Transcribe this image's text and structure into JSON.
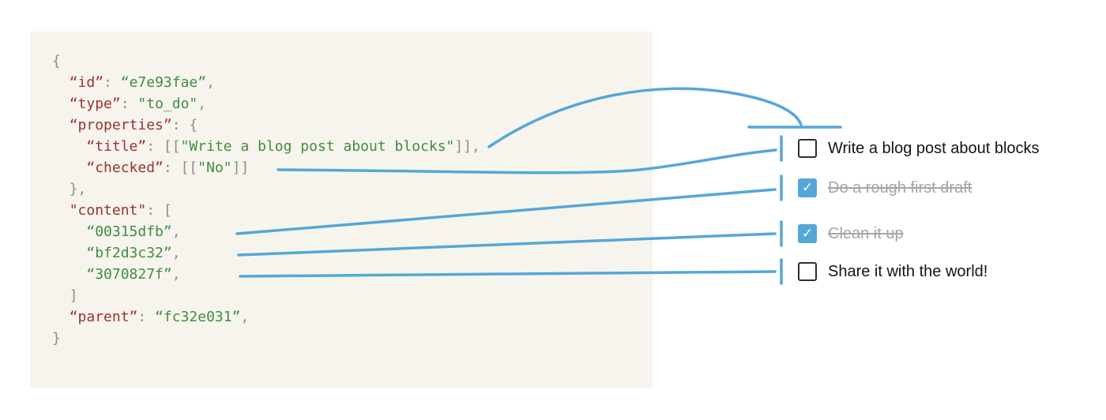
{
  "colors": {
    "panel_bg": "#f7f4ed",
    "punct": "#8d8d8d",
    "key": "#9a3232",
    "string": "#3e8e41",
    "connector": "#54a7d9",
    "checkbox_checked": "#54a7d9",
    "checkbox_border": "#2f2f2f",
    "todo_text": "#141414",
    "todo_done_text": "#a5a5a5"
  },
  "code": {
    "lines": [
      [
        {
          "t": "{",
          "c": "p"
        }
      ],
      [
        {
          "t": "  ",
          "c": "p"
        },
        {
          "t": "“id”",
          "c": "k"
        },
        {
          "t": ": ",
          "c": "p"
        },
        {
          "t": "“e7e93fae”",
          "c": "s"
        },
        {
          "t": ",",
          "c": "p"
        }
      ],
      [
        {
          "t": "  ",
          "c": "p"
        },
        {
          "t": "“type”",
          "c": "k"
        },
        {
          "t": ": ",
          "c": "p"
        },
        {
          "t": "\"to_do\"",
          "c": "s"
        },
        {
          "t": ",",
          "c": "p"
        }
      ],
      [
        {
          "t": "  ",
          "c": "p"
        },
        {
          "t": "“properties”",
          "c": "k"
        },
        {
          "t": ": ",
          "c": "p"
        },
        {
          "t": "{",
          "c": "p"
        }
      ],
      [
        {
          "t": "    ",
          "c": "p"
        },
        {
          "t": "“title”",
          "c": "k"
        },
        {
          "t": ": ",
          "c": "p"
        },
        {
          "t": "[[",
          "c": "p"
        },
        {
          "t": "\"Write a blog post about blocks\"",
          "c": "s"
        },
        {
          "t": "]],",
          "c": "p"
        }
      ],
      [
        {
          "t": "    ",
          "c": "p"
        },
        {
          "t": "“checked”",
          "c": "k"
        },
        {
          "t": ": ",
          "c": "p"
        },
        {
          "t": "[[",
          "c": "p"
        },
        {
          "t": "\"No\"",
          "c": "s"
        },
        {
          "t": "]]",
          "c": "p"
        }
      ],
      [
        {
          "t": "  },",
          "c": "p"
        }
      ],
      [
        {
          "t": "  ",
          "c": "p"
        },
        {
          "t": "\"content\"",
          "c": "k"
        },
        {
          "t": ": ",
          "c": "p"
        },
        {
          "t": "[",
          "c": "p"
        }
      ],
      [
        {
          "t": "    ",
          "c": "p"
        },
        {
          "t": "“00315dfb”",
          "c": "s"
        },
        {
          "t": ",",
          "c": "p"
        }
      ],
      [
        {
          "t": "    ",
          "c": "p"
        },
        {
          "t": "“bf2d3c32”",
          "c": "s"
        },
        {
          "t": ",",
          "c": "p"
        }
      ],
      [
        {
          "t": "    ",
          "c": "p"
        },
        {
          "t": "“3070827f”",
          "c": "s"
        },
        {
          "t": ",",
          "c": "p"
        }
      ],
      [
        {
          "t": "  ]",
          "c": "p"
        }
      ],
      [
        {
          "t": "  ",
          "c": "p"
        },
        {
          "t": "“parent”",
          "c": "k"
        },
        {
          "t": ": ",
          "c": "p"
        },
        {
          "t": "“fc32e031”",
          "c": "s"
        },
        {
          "t": ",",
          "c": "p"
        }
      ],
      [
        {
          "t": "}",
          "c": "p"
        }
      ]
    ]
  },
  "todo": {
    "check_glyph": "✓",
    "items": [
      {
        "label": "Write a blog post about blocks",
        "checked": false,
        "done": false
      },
      {
        "label": "Do a rough first draft",
        "checked": true,
        "done": true
      },
      {
        "label": "Clean it up",
        "checked": true,
        "done": true
      },
      {
        "label": "Share it with the world!",
        "checked": false,
        "done": false
      }
    ]
  }
}
